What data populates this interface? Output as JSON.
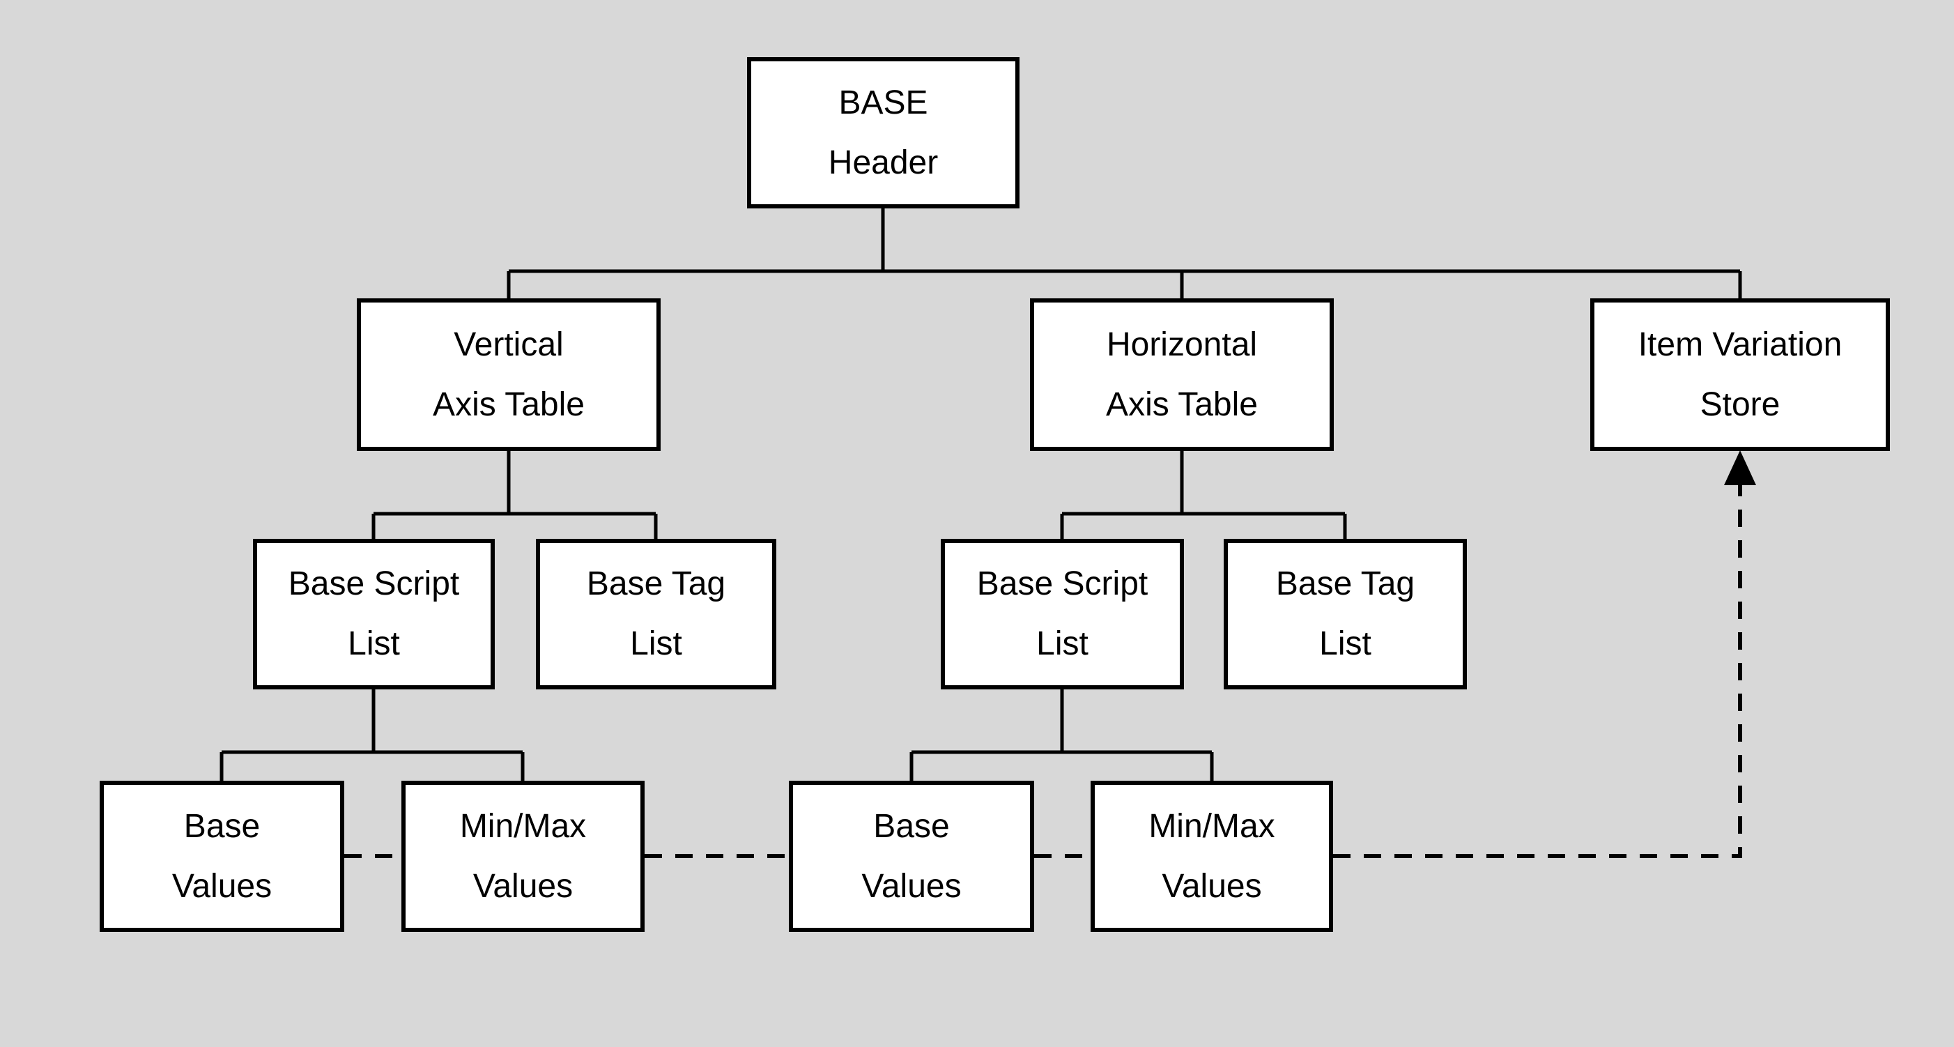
{
  "canvas": {
    "background_color": "#d8d8d8",
    "box_fill_color": "#ffffff",
    "box_border_color": "#000000",
    "line_color": "#000000",
    "text_color": "#000000"
  },
  "diagram": {
    "nodes": [
      {
        "id": "base-header",
        "line1": "BASE",
        "line2": "Header"
      },
      {
        "id": "vertical-axis-table",
        "line1": "Vertical",
        "line2": "Axis Table"
      },
      {
        "id": "horizontal-axis-table",
        "line1": "Horizontal",
        "line2": "Axis Table"
      },
      {
        "id": "item-variation-store",
        "line1": "Item Variation",
        "line2": "Store"
      },
      {
        "id": "base-script-list-left",
        "line1": "Base Script",
        "line2": "List"
      },
      {
        "id": "base-tag-list-left",
        "line1": "Base Tag",
        "line2": "List"
      },
      {
        "id": "base-script-list-right",
        "line1": "Base Script",
        "line2": "List"
      },
      {
        "id": "base-tag-list-right",
        "line1": "Base Tag",
        "line2": "List"
      },
      {
        "id": "base-values-left",
        "line1": "Base",
        "line2": "Values"
      },
      {
        "id": "min-max-values-left",
        "line1": "Min/Max",
        "line2": "Values"
      },
      {
        "id": "base-values-right",
        "line1": "Base",
        "line2": "Values"
      },
      {
        "id": "min-max-values-right",
        "line1": "Min/Max",
        "line2": "Values"
      }
    ],
    "edges": [
      {
        "from": "base-header",
        "to": "vertical-axis-table",
        "style": "solid"
      },
      {
        "from": "base-header",
        "to": "horizontal-axis-table",
        "style": "solid"
      },
      {
        "from": "base-header",
        "to": "item-variation-store",
        "style": "solid"
      },
      {
        "from": "vertical-axis-table",
        "to": "base-script-list-left",
        "style": "solid"
      },
      {
        "from": "vertical-axis-table",
        "to": "base-tag-list-left",
        "style": "solid"
      },
      {
        "from": "horizontal-axis-table",
        "to": "base-script-list-right",
        "style": "solid"
      },
      {
        "from": "horizontal-axis-table",
        "to": "base-tag-list-right",
        "style": "solid"
      },
      {
        "from": "base-script-list-left",
        "to": "base-values-left",
        "style": "solid"
      },
      {
        "from": "base-script-list-left",
        "to": "min-max-values-left",
        "style": "solid"
      },
      {
        "from": "base-script-list-right",
        "to": "base-values-right",
        "style": "solid"
      },
      {
        "from": "base-script-list-right",
        "to": "min-max-values-right",
        "style": "solid"
      },
      {
        "from": "base-values-left",
        "to": "min-max-values-left",
        "style": "dashed"
      },
      {
        "from": "min-max-values-left",
        "to": "base-values-right",
        "style": "dashed"
      },
      {
        "from": "base-values-right",
        "to": "min-max-values-right",
        "style": "dashed"
      },
      {
        "from": "min-max-values-right",
        "to": "item-variation-store",
        "style": "dashed-arrow"
      }
    ]
  }
}
